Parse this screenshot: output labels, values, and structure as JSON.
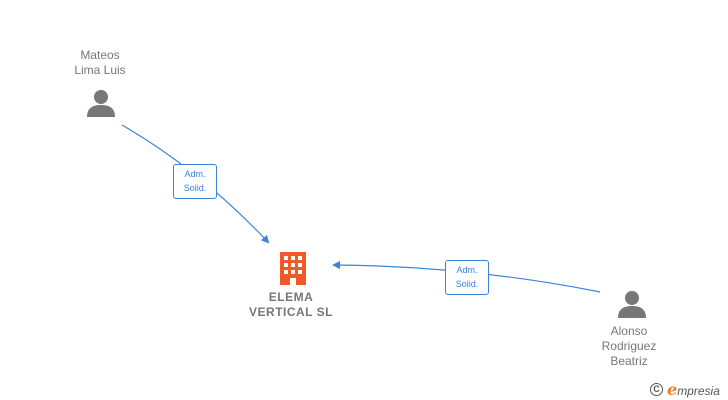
{
  "nodes": {
    "person_1": {
      "label": "Mateos\nLima Luis"
    },
    "person_2": {
      "label": "Alonso\nRodriguez\nBeatriz"
    },
    "company": {
      "label": "ELEMA\nVERTICAL  SL"
    }
  },
  "edges": [
    {
      "label": "Adm.\nSolid."
    },
    {
      "label": "Adm.\nSolid."
    }
  ],
  "footer": {
    "copyright_symbol": "C",
    "brand_initial": "e",
    "brand_rest": "mpresia"
  },
  "colors": {
    "edge": "#3a83d9",
    "person": "#777777",
    "company": "#f05a28",
    "brand_accent": "#f07d2a"
  }
}
